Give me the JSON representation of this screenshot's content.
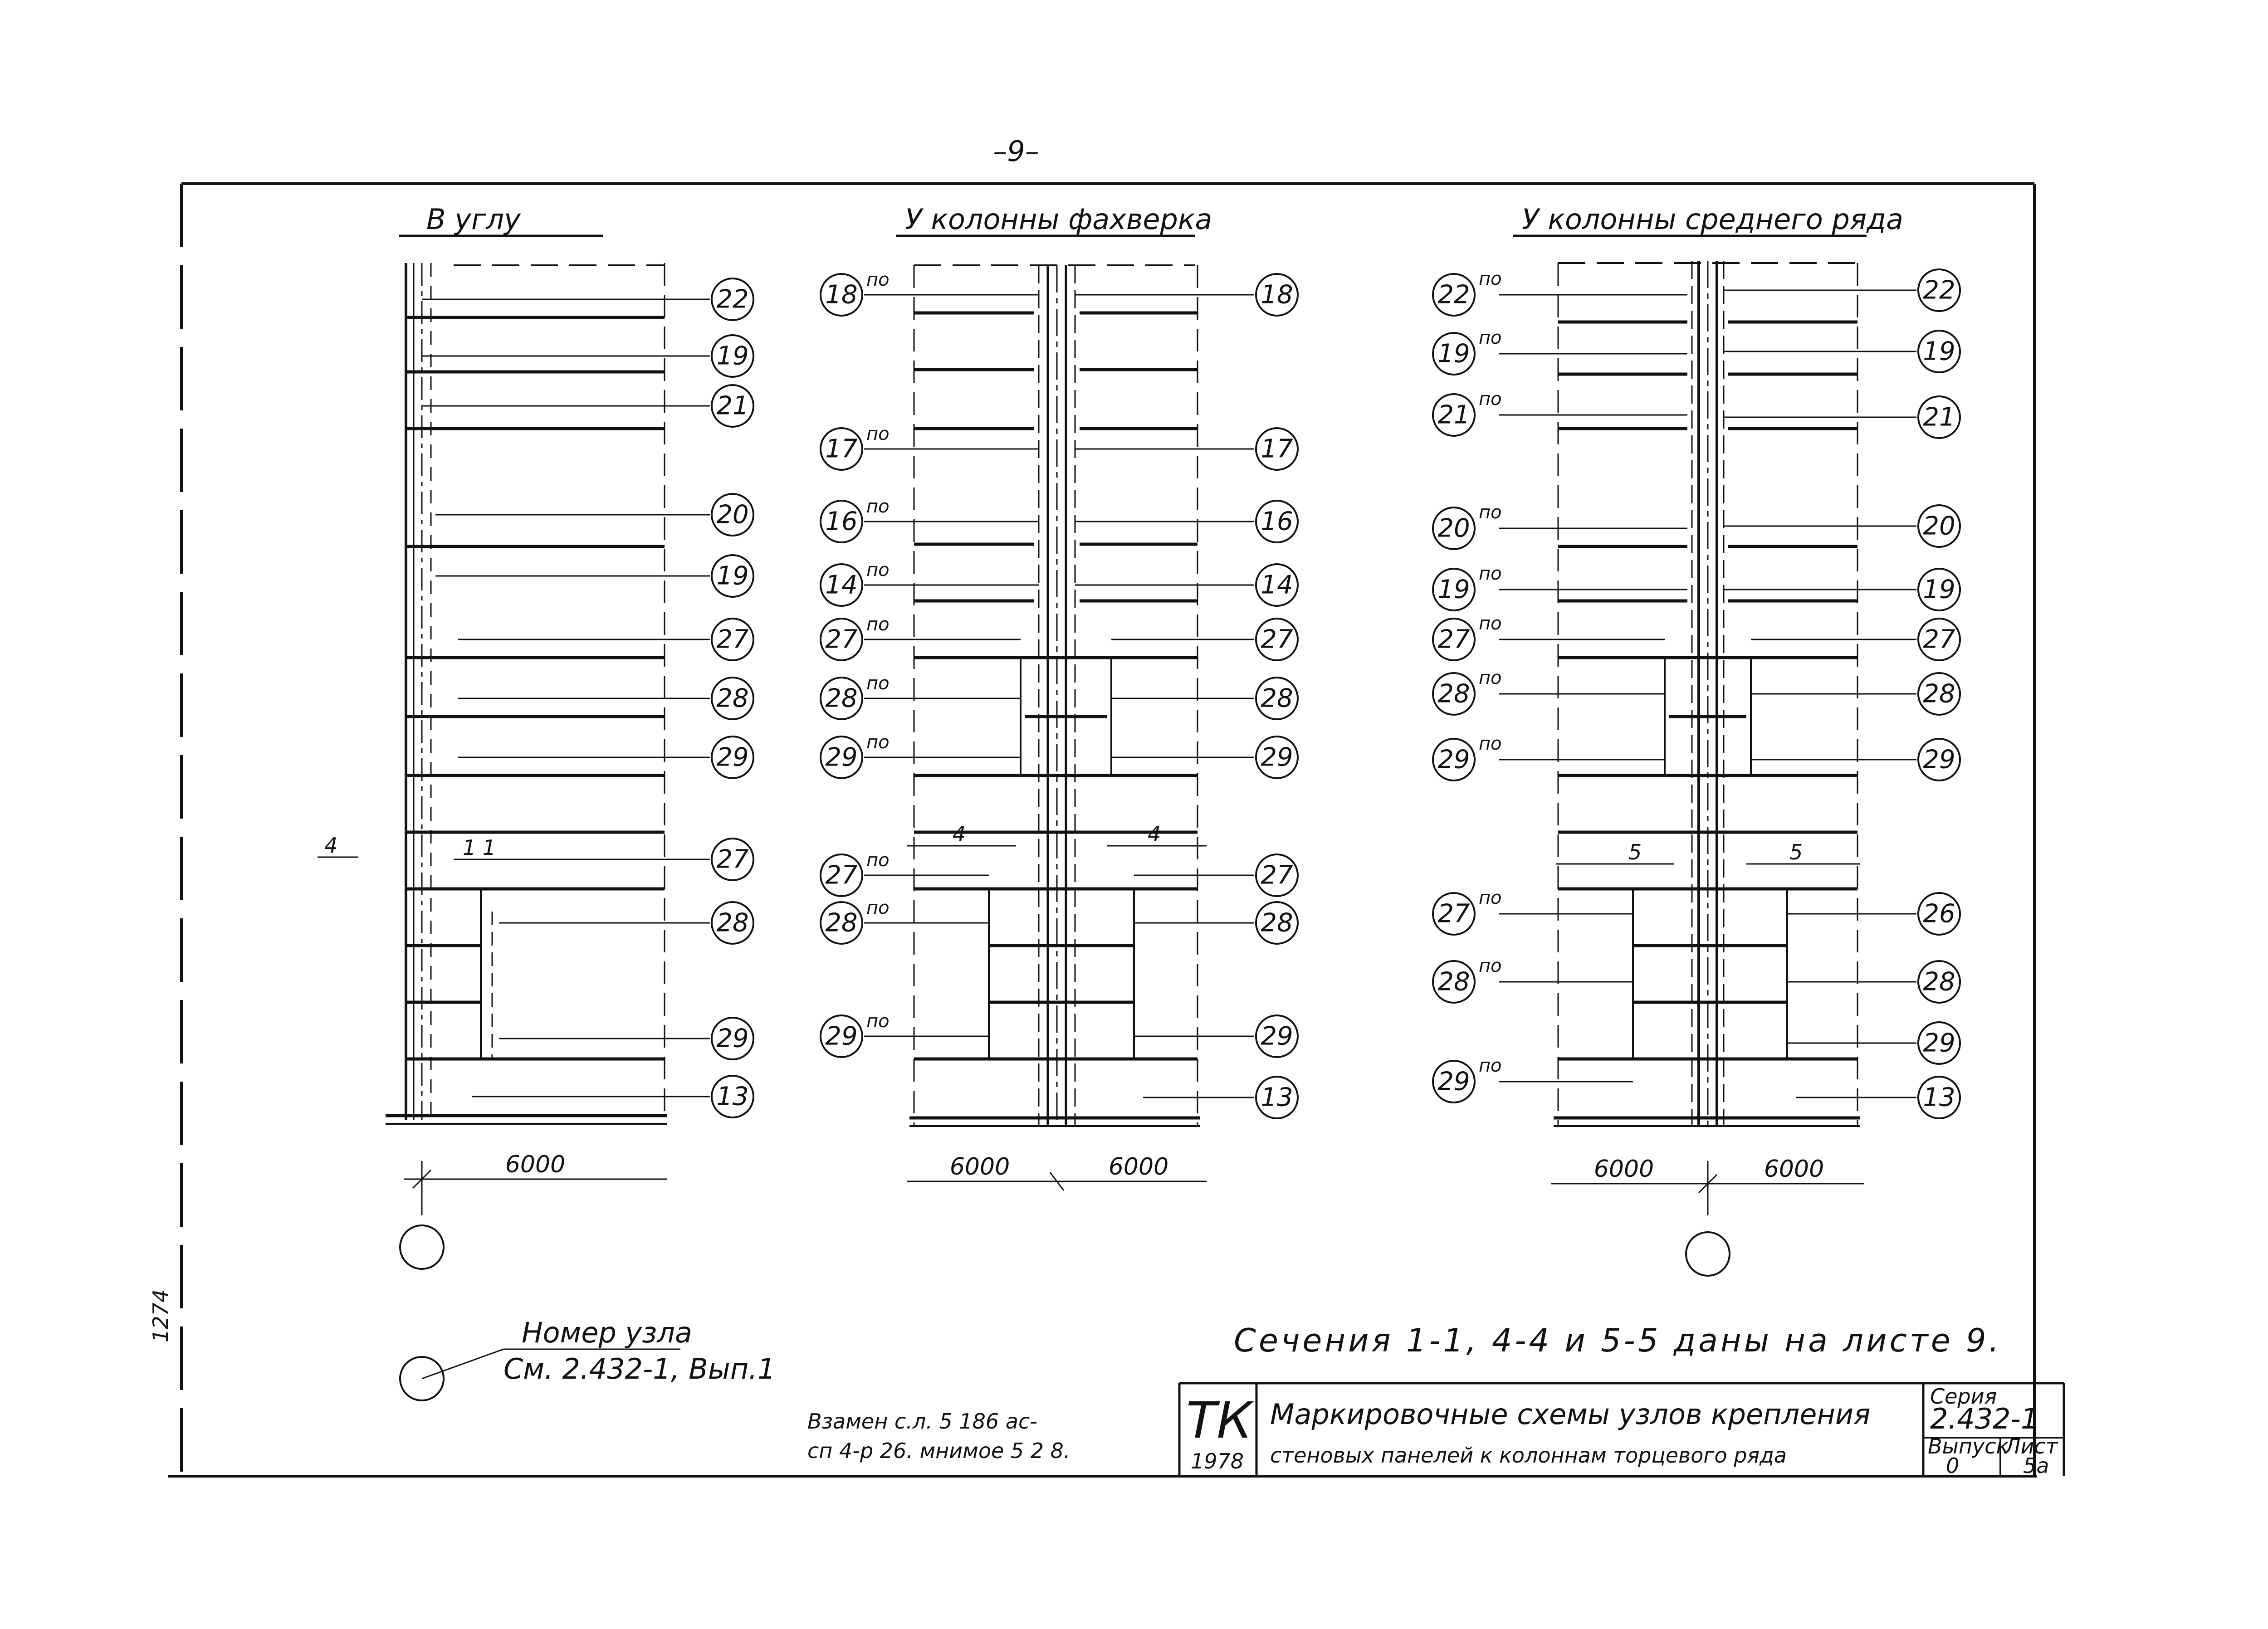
{
  "page_number": "–9–",
  "views": [
    {
      "title": "В углу",
      "right_tags": [
        "22",
        "19",
        "21",
        "20",
        "19",
        "27",
        "28",
        "29",
        "27",
        "28",
        "29",
        "13"
      ],
      "left_tags": [],
      "dims": [
        "6000"
      ],
      "section_mark": "1 1"
    },
    {
      "title": "У колонны фахверка",
      "left_tags": [
        "18",
        "17",
        "16",
        "14",
        "27",
        "28",
        "29",
        "27",
        "28",
        "29"
      ],
      "right_tags": [
        "18",
        "17",
        "16",
        "14",
        "27",
        "28",
        "29",
        "27",
        "28",
        "29",
        "13"
      ],
      "dims": [
        "6000",
        "6000"
      ],
      "section_marks": [
        "4",
        "4"
      ]
    },
    {
      "title": "У колонны среднего ряда",
      "left_tags": [
        "22",
        "19",
        "21",
        "20",
        "19",
        "27",
        "28",
        "29",
        "27",
        "28",
        "29"
      ],
      "right_tags": [
        "22",
        "19",
        "21",
        "20",
        "19",
        "27",
        "28",
        "29",
        "26",
        "28",
        "29",
        "13"
      ],
      "dims": [
        "6000",
        "6000"
      ],
      "section_marks": [
        "5",
        "5"
      ]
    }
  ],
  "po_label": "по",
  "side_label": "4",
  "legend": {
    "line1": "Номер узла",
    "line2": "См. 2.432-1, Вып.1"
  },
  "sections_note": "Сечения 1-1, 4-4 и 5-5 даны на листе 9.",
  "stamp_note_line1": "Взамен с.л. 5 186 ас-",
  "stamp_note_line2": "сп 4-р 26. мнимое 5 2 8.",
  "title_block": {
    "logo": "ТК",
    "year": "1978",
    "title_line1": "Маркировочные схемы узлов крепления",
    "title_line2": "стеновых панелей к колоннам торцевого ряда",
    "series_label": "Серия",
    "series_value": "2.432-1",
    "issue_label": "Выпуск",
    "issue_value": "0",
    "sheet_label": "Лист",
    "sheet_value": "5а"
  },
  "margin_mark": "1274"
}
